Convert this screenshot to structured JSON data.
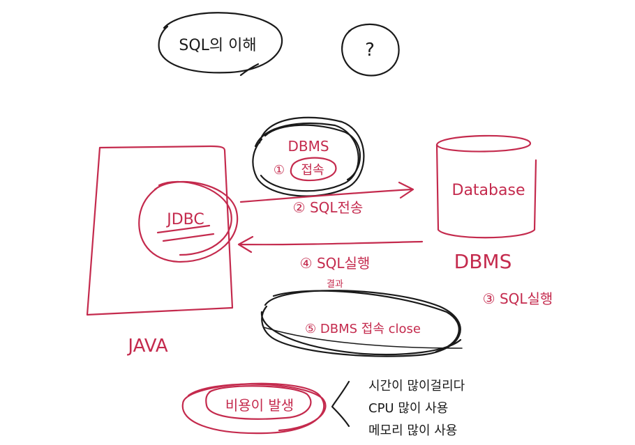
{
  "colors": {
    "ink_red": "#c42a4d",
    "ink_black": "#1a1a1a",
    "board": "#ffffff"
  },
  "top_left_bubble": "SQL의 이해",
  "top_right_bubble": "?",
  "dbms_top": {
    "title": "DBMS",
    "step1_num": "①",
    "step1_label": "접속"
  },
  "java_box": {
    "jdbc": "JDBC",
    "caption": "JAVA"
  },
  "database": {
    "label": "Database",
    "caption": "DBMS"
  },
  "arrows": {
    "step2": "② SQL전송",
    "step4": "④ SQL실행",
    "step4_sub": "결과"
  },
  "step3": "③ SQL실행",
  "step5": "⑤ DBMS 접속 close",
  "cost_bubble": "비용이 발생",
  "cost_notes": [
    "시간이 많이걸리다",
    "CPU 많이 사용",
    "메모리 많이 사용"
  ]
}
